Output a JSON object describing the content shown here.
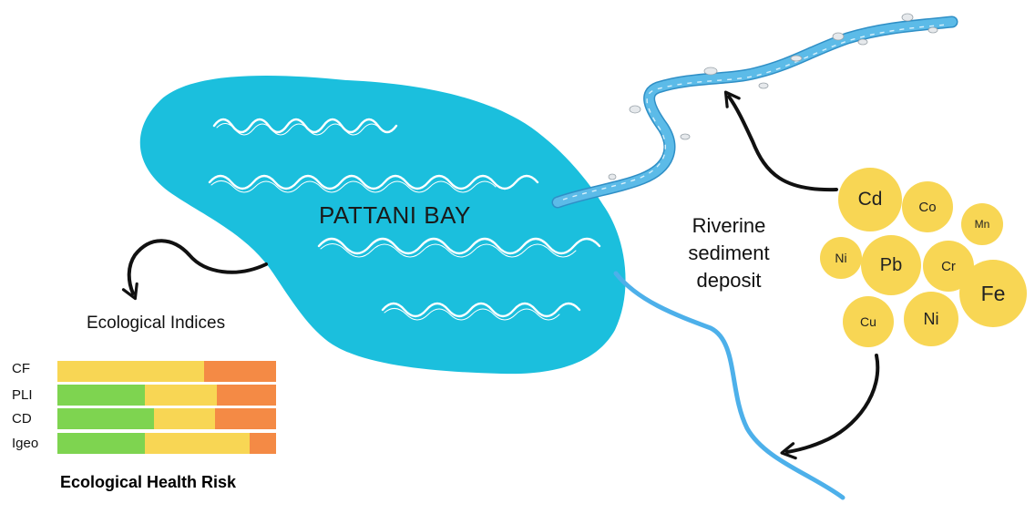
{
  "bay": {
    "label": "PATTANI BAY"
  },
  "deposit": {
    "label_lines": [
      "Riverine",
      "sediment",
      "deposit"
    ]
  },
  "indices": {
    "title": "Ecological Indices",
    "footer": "Ecological Health Risk",
    "rows": [
      {
        "label": "CF",
        "segments": [
          {
            "level": "green",
            "fraction": 0.0
          },
          {
            "level": "yellow",
            "fraction": 0.67
          },
          {
            "level": "orange",
            "fraction": 0.33
          }
        ]
      },
      {
        "label": "PLI",
        "segments": [
          {
            "level": "green",
            "fraction": 0.4
          },
          {
            "level": "yellow",
            "fraction": 0.33
          },
          {
            "level": "orange",
            "fraction": 0.27
          }
        ]
      },
      {
        "label": "CD",
        "segments": [
          {
            "level": "green",
            "fraction": 0.44
          },
          {
            "level": "yellow",
            "fraction": 0.28
          },
          {
            "level": "orange",
            "fraction": 0.28
          }
        ]
      },
      {
        "label": "Igeo",
        "segments": [
          {
            "level": "green",
            "fraction": 0.4
          },
          {
            "level": "yellow",
            "fraction": 0.48
          },
          {
            "level": "orange",
            "fraction": 0.12
          }
        ]
      }
    ]
  },
  "metals": [
    "Cd",
    "Co",
    "Mn",
    "Ni",
    "Pb",
    "Cr",
    "Fe",
    "Cu",
    "Ni"
  ],
  "colors": {
    "bay": "#1bbfdd",
    "river": "#5cbbe8",
    "river_edge": "#2f8fc6",
    "stream": "#4db0ea",
    "metal": "#f8d654",
    "risk_low": "#7ed450",
    "risk_mid": "#f8d654",
    "risk_high": "#f48a45"
  }
}
